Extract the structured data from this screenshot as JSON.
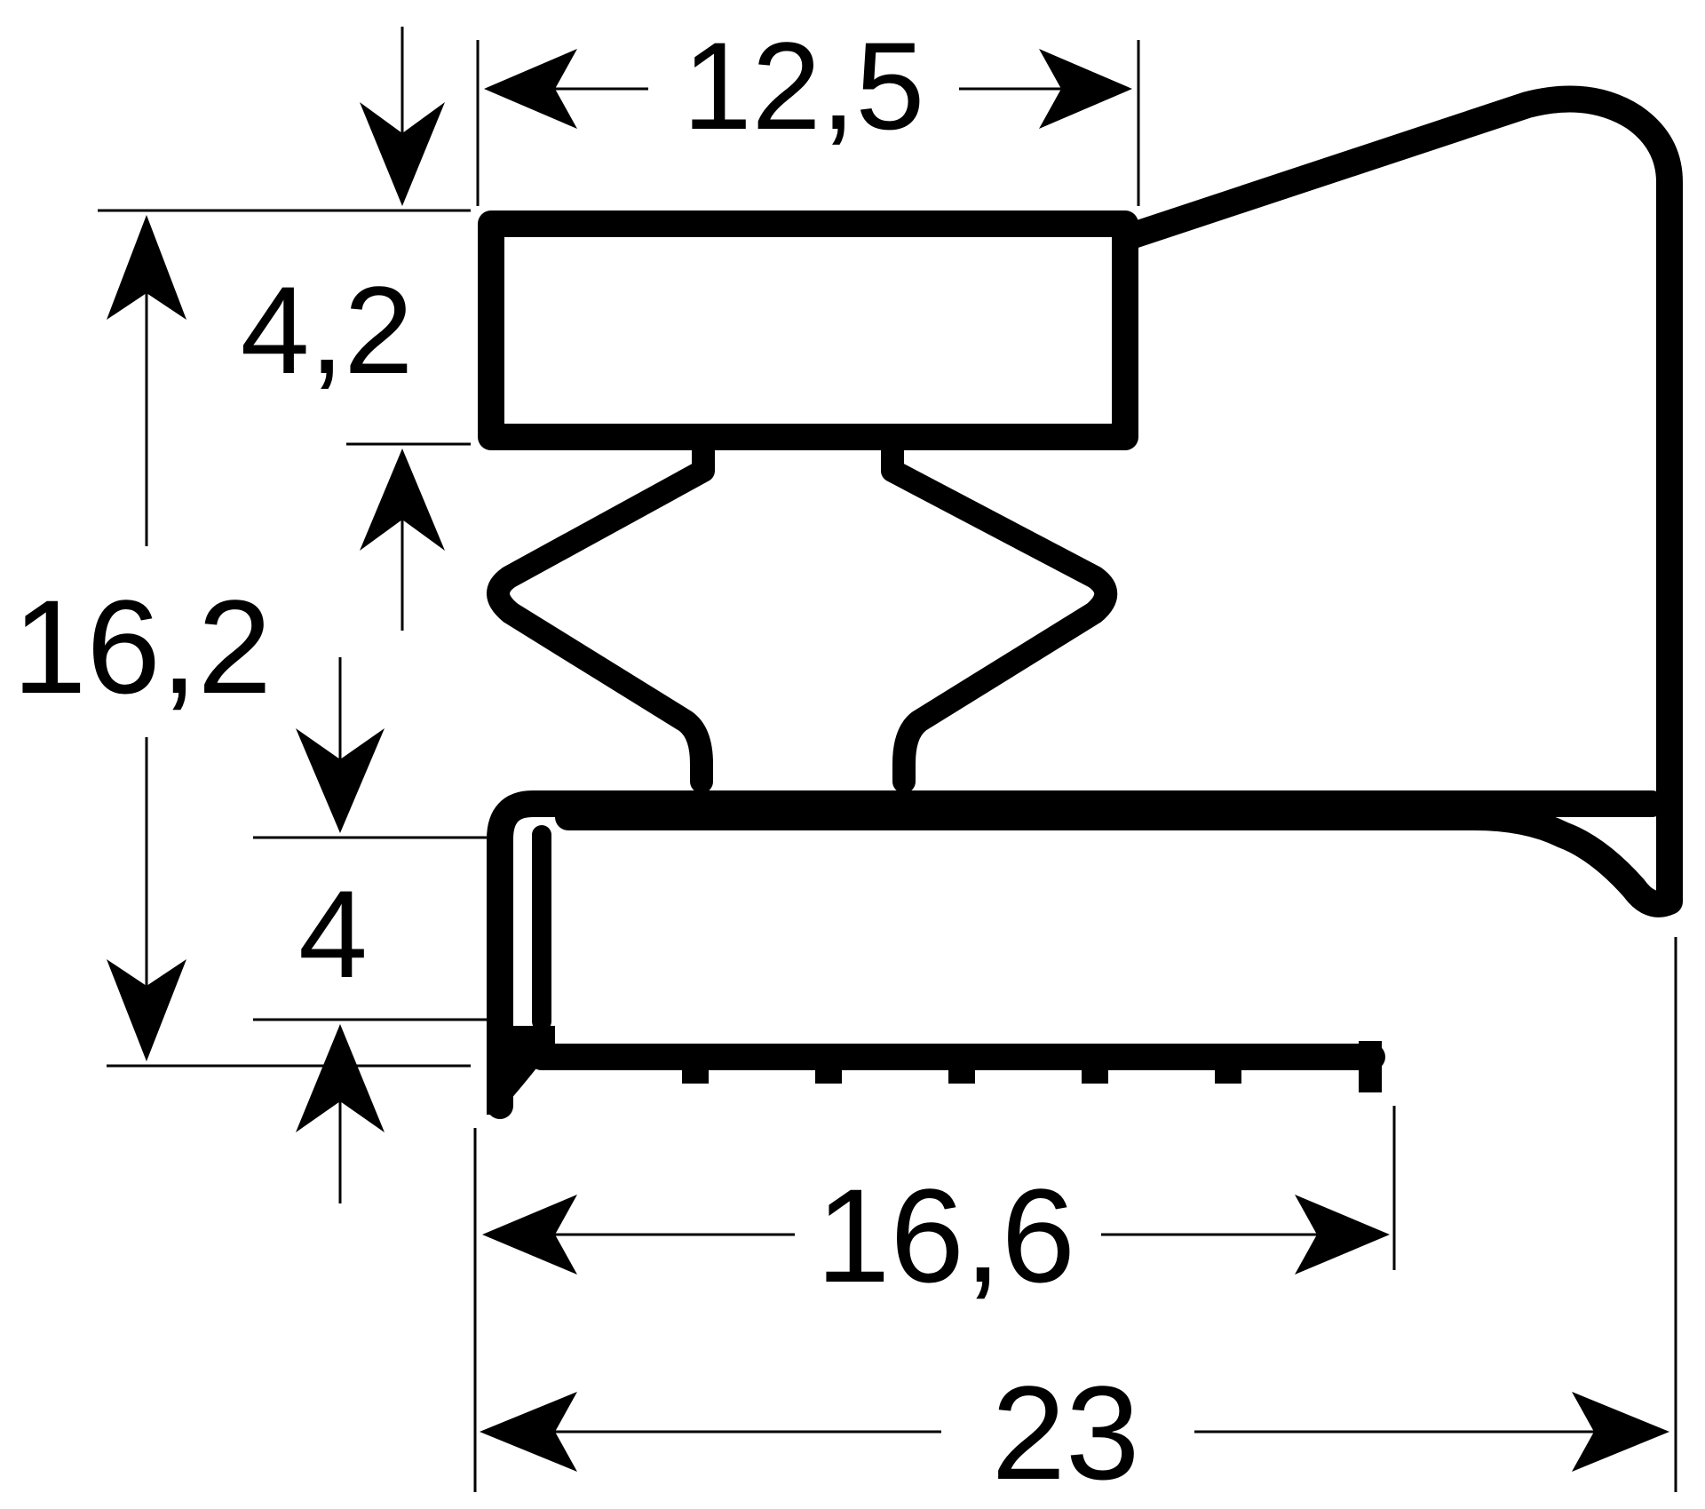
{
  "colors": {
    "ink": "#000000",
    "background": "#ffffff"
  },
  "dimensions": {
    "top_width": "12,5",
    "top_height": "4,2",
    "total_height": "16,2",
    "lower_height": "4",
    "base_width": "16,6",
    "total_width": "23"
  }
}
